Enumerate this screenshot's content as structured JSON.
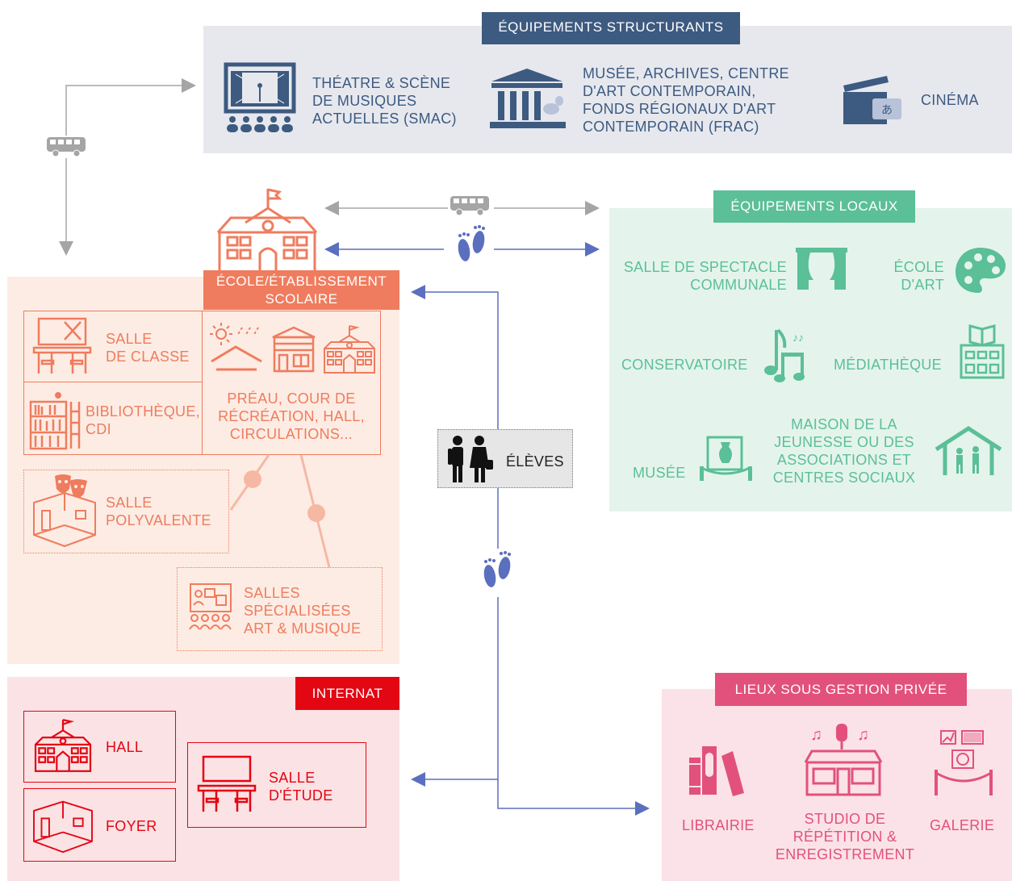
{
  "colors": {
    "structurants_bg": "#e6e8ee",
    "structurants_text": "#3d5a80",
    "locaux_bg": "#e4f4ec",
    "locaux_accent": "#5bbf98",
    "ecole_bg": "#fdece4",
    "ecole_accent": "#ef7c5e",
    "internat_bg": "#fbe2e4",
    "internat_accent": "#e30613",
    "prive_bg": "#fbe2e8",
    "prive_accent": "#e2517c",
    "arrow_blue": "#5b6fbf",
    "arrow_grey": "#a5a5a5",
    "eleves_bg": "#e6e6e6"
  },
  "structurants": {
    "title": "ÉQUIPEMENTS STRUCTURANTS",
    "theatre": [
      "THÉATRE & SCÈNE",
      "DE MUSIQUES",
      "ACTUELLES (SMAC)"
    ],
    "musee": [
      "MUSÉE, ARCHIVES, CENTRE",
      "D'ART CONTEMPORAIN,",
      "FONDS RÉGIONAUX D'ART",
      "CONTEMPORAIN (FRAC)"
    ],
    "cinema": "CINÉMA",
    "icons": [
      "theatre-stage-icon",
      "museum-building-icon",
      "cinema-clapperboard-icon"
    ]
  },
  "locaux": {
    "title": "ÉQUIPEMENTS LOCAUX",
    "salle_spectacle": [
      "SALLE DE SPECTACLE",
      "COMMUNALE"
    ],
    "ecole_art": [
      "ÉCOLE",
      "D'ART"
    ],
    "conservatoire": "CONSERVATOIRE",
    "mediatheque": "MÉDIATHÈQUE",
    "musee": "MUSÉE",
    "maison_jeunesse": [
      "MAISON DE LA",
      "JEUNESSE OU DES",
      "ASSOCIATIONS ET",
      "CENTRES SOCIAUX"
    ],
    "icons": [
      "curtain-stage-icon",
      "palette-icon",
      "music-notes-icon",
      "library-building-icon",
      "museum-vase-icon",
      "family-house-icon"
    ]
  },
  "ecole": {
    "title": [
      "ÉCOLE/ÉTABLISSEMENT",
      "SCOLAIRE"
    ],
    "salle_classe": [
      "SALLE",
      "DE CLASSE"
    ],
    "bibliotheque": [
      "BIBLIOTHÈQUE,",
      "CDI"
    ],
    "preau": [
      "PRÉAU, COUR DE",
      "RÉCRÉATION, HALL,",
      "CIRCULATIONS..."
    ],
    "salle_polyvalente": [
      "SALLE",
      "POLYVALENTE"
    ],
    "salles_specialisees": [
      "SALLES",
      "SPÉCIALISÉES",
      "ART & MUSIQUE"
    ],
    "icons": [
      "school-building-icon",
      "classroom-desks-icon",
      "bookshelf-icon",
      "sun-shelter-icon",
      "school-yard-icon",
      "school-hall-icon",
      "theatre-masks-icon",
      "art-room-icon"
    ]
  },
  "eleves": {
    "label": "ÉLÈVES",
    "icon": "students-icon"
  },
  "internat": {
    "title": "INTERNAT",
    "hall": "HALL",
    "foyer": "FOYER",
    "salle_etude": [
      "SALLE",
      "D'ÉTUDE"
    ],
    "icons": [
      "school-hall-icon",
      "room-icon",
      "study-desks-icon"
    ]
  },
  "prive": {
    "title": "LIEUX SOUS GESTION PRIVÉE",
    "librairie": "LIBRAIRIE",
    "studio": [
      "STUDIO DE",
      "RÉPÉTITION &",
      "ENREGISTREMENT"
    ],
    "galerie": "GALERIE",
    "icons": [
      "books-icon",
      "music-studio-icon",
      "gallery-frames-icon"
    ]
  },
  "connectors": {
    "transport_icons": [
      "bus-icon",
      "bus-icon"
    ],
    "walk_icons": [
      "footprints-icon",
      "footprints-icon"
    ]
  }
}
